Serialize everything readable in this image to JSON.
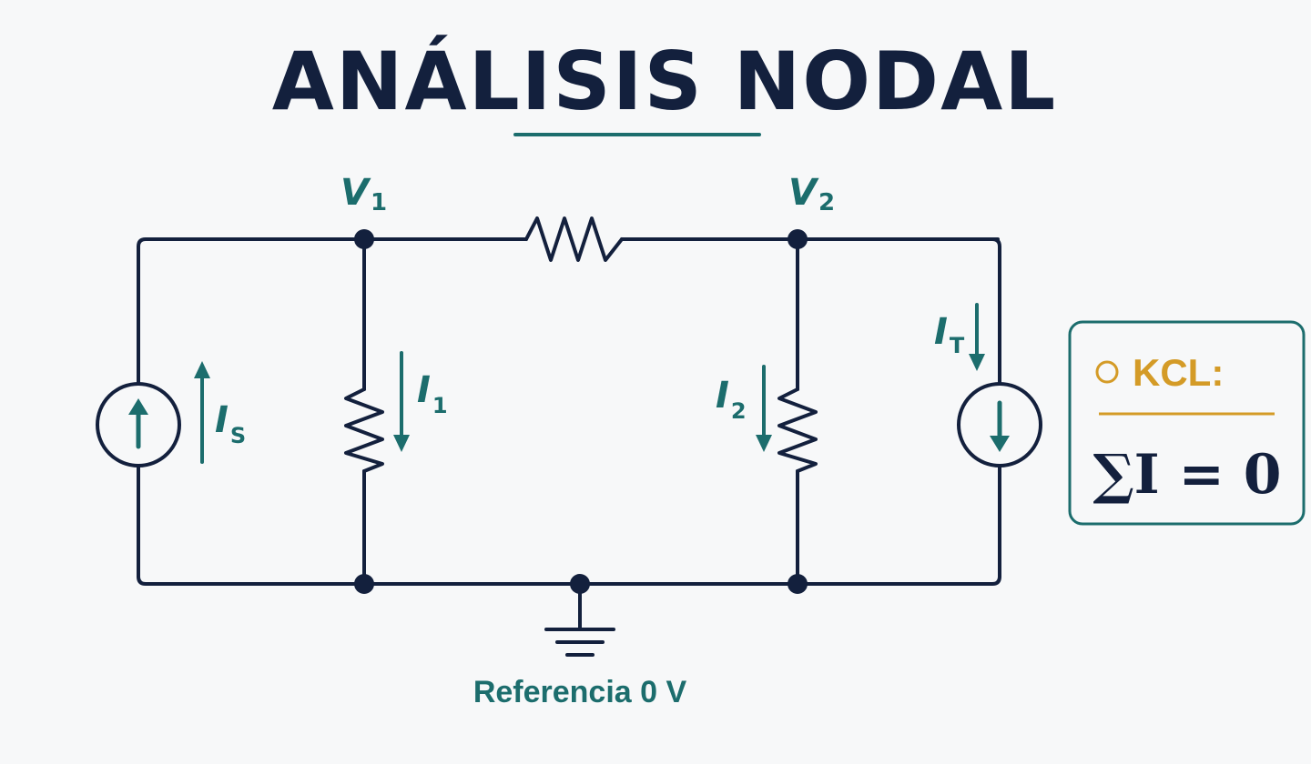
{
  "title": "ANÁLISIS NODAL",
  "nodes": {
    "v1": {
      "main": "V",
      "sub": "1"
    },
    "v2": {
      "main": "V",
      "sub": "2"
    }
  },
  "currents": {
    "is": {
      "main": "I",
      "sub": "S"
    },
    "i1": {
      "main": "I",
      "sub": "1"
    },
    "i2": {
      "main": "I",
      "sub": "2"
    },
    "it": {
      "main": "I",
      "sub": "T"
    }
  },
  "reference_label": "Referencia 0 V",
  "kcl": {
    "title": "KCL:",
    "equation": "∑I = 0"
  },
  "colors": {
    "wire": "#13203d",
    "accent": "#1c6d6d",
    "highlight": "#d49b27",
    "background": "#f7f8f9"
  },
  "icons": [
    "ground-icon",
    "current-source-icon",
    "resistor-icon",
    "circle-bullet-icon"
  ]
}
